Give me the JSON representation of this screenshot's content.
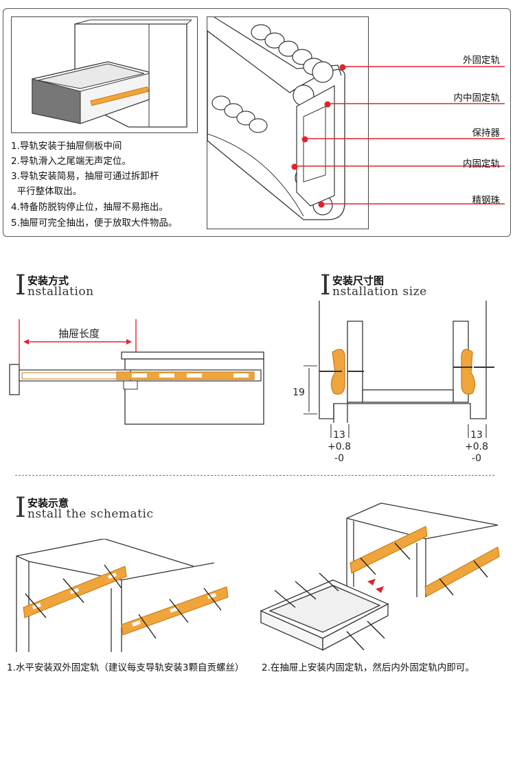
{
  "features": [
    "1.导轨安装于抽屉侧板中间",
    "2.导轨滑入之尾端无声定位。",
    "3.导轨安装简易，抽屉可通过拆卸杆",
    "  平行整体取出。",
    "4.特备防脱钩停止位，抽屉不易拖出。",
    "5.抽屉可完全抽出，便于放取大件物品。"
  ],
  "parts": [
    "外固定轨",
    "内中固定轨",
    "保持器",
    "内固定轨",
    "精钢珠"
  ],
  "section_install": {
    "cn": "安装方式",
    "en": "nstallation",
    "drawer_length": "抽屉长度"
  },
  "section_size": {
    "cn": "安装尺寸图",
    "en": "nstallation size",
    "dim_19": "19",
    "dim_13": "13",
    "dim_plus": "+0.8",
    "dim_minus": "-0"
  },
  "section_schematic": {
    "cn": "安装示意",
    "en": "nstall the schematic",
    "step1": "1.水平安装双外固定轨（建议每支导轨安装3颗自贡螺丝）",
    "step2": "2.在抽屉上安装内固定轨，然后内外固定轨内即可。"
  },
  "colors": {
    "rail": "#f0a53c",
    "rail_edge": "#c77a12",
    "callout": "#e0242c",
    "line": "#333333"
  }
}
